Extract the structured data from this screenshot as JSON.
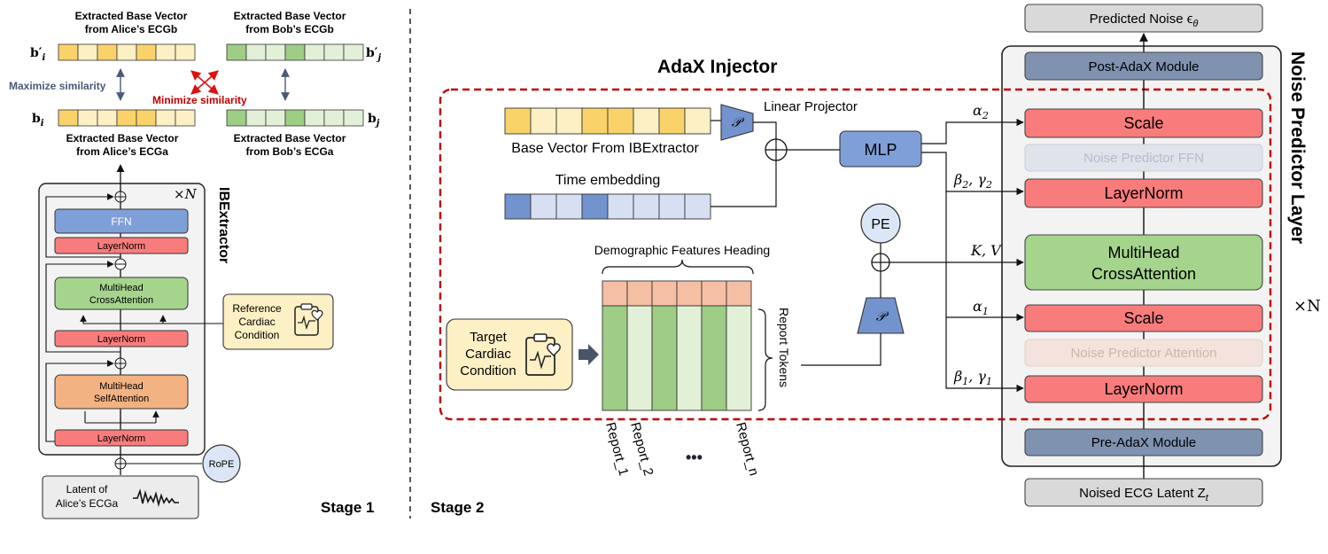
{
  "stage1": {
    "label": "Stage 1",
    "top": {
      "bob_prime_label_1": "Extracted Base Vector",
      "bob_prime_label_2": "from Bob’s ECGb",
      "alice_prime_label_1": "Extracted Base Vector",
      "alice_prime_label_2": "from Alice’s ECGb",
      "alice_label_1": "Extracted Base Vector",
      "alice_label_2": "from Alice’s ECGa",
      "bob_label_1": "Extracted Base Vector",
      "bob_label_2": "from Bob’s ECGa",
      "b_i_prime": "b′",
      "b_i_prime_sub": "i",
      "b_j_prime": "b′",
      "b_j_prime_sub": "j",
      "b_i": "b",
      "b_i_sub": "i",
      "b_j": "b",
      "b_j_sub": "j",
      "maximize": "Maximize similarity",
      "minimize": "Minimize similarity"
    },
    "extractor": {
      "title": "IBExtractor",
      "repeat": "×N",
      "ffn": "FFN",
      "layernorm_top": "LayerNorm",
      "cross_attn_1": "MultiHead",
      "cross_attn_2": "CrossAttention",
      "layernorm_mid": "LayerNorm",
      "self_attn_1": "MultiHead",
      "self_attn_2": "SelfAttention",
      "layernorm_bottom": "LayerNorm",
      "rope": "RoPE",
      "reference_1": "Reference",
      "reference_2": "Cardiac",
      "reference_3": "Condition",
      "latent_1": "Latent of",
      "latent_2": "Alice’s ECGa"
    }
  },
  "stage2": {
    "label": "Stage 2",
    "adax_title": "AdaX Injector",
    "linear_projector": "Linear Projector",
    "projector_symbol": "𝒫",
    "base_vector_label": "Base Vector From IBExtractor",
    "time_embedding": "Time embedding",
    "mlp": "MLP",
    "pe": "PE",
    "demographic": "Demographic Features Heading",
    "report_tokens": "Report Tokens",
    "target_1": "Target",
    "target_2": "Cardiac",
    "target_3": "Condition",
    "report_1": "Report_1",
    "report_2": "Report_2",
    "report_n": "Report_n",
    "ellipsis": "•••",
    "alpha2": "α",
    "alpha2_sub": "2",
    "beta2_gamma2": "β",
    "beta2_sub": "2",
    "gamma2": "γ",
    "gamma2_sub": "2",
    "kv": "K, V",
    "alpha1": "α",
    "alpha1_sub": "1",
    "beta1": "β",
    "beta1_sub": "1",
    "gamma1": "γ",
    "gamma1_sub": "1"
  },
  "noise_layer": {
    "title": "Noise Predictor Layer",
    "repeat": "×N",
    "predicted_noise": "Predicted Noise ϵ",
    "predicted_noise_sub": "θ",
    "post_adax": "Post-AdaX Module",
    "scale_top": "Scale",
    "ffn_faded": "Noise Predictor FFN",
    "layernorm_top": "LayerNorm",
    "cross_attn_1": "MultiHead",
    "cross_attn_2": "CrossAttention",
    "scale_bottom": "Scale",
    "attn_faded": "Noise Predictor Attention",
    "layernorm_bottom": "LayerNorm",
    "pre_adax": "Pre-AdaX Module",
    "noised_latent": "Noised ECG Latent Z",
    "noised_latent_sub": "t"
  },
  "colors": {
    "yellow_dark": "#f9d36a",
    "yellow_light": "#fdf0c4",
    "green_dark": "#9ecd86",
    "green_light": "#e3f0d8",
    "blue_dark": "#7393cf",
    "blue_light": "#d7e0f2",
    "red_box": "#f97c7c",
    "green_box": "#a5d58d",
    "orange_box": "#f3b281",
    "slate_box": "#7f92b0",
    "gray_box": "#d9d9d9",
    "dashed_red": "#c00000"
  }
}
